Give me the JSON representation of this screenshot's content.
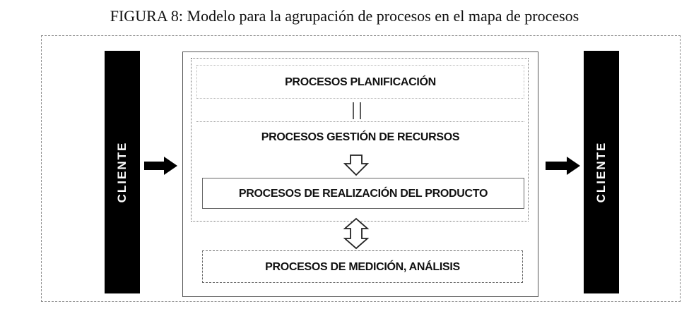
{
  "figure": {
    "title": "FIGURA 8: Modelo para la agrupación de procesos en el mapa de procesos"
  },
  "client_left": {
    "label": "CLIENTE"
  },
  "client_right": {
    "label": "CLIENTE"
  },
  "processes": {
    "planning": "PROCESOS PLANIFICACIÓN",
    "resources": "PROCESOS GESTIÓN DE RECURSOS",
    "realization": "PROCESOS DE REALIZACIÓN DEL PRODUCTO",
    "measurement": "PROCESOS DE MEDICIÓN, ANÁLISIS"
  },
  "colors": {
    "bar": "#000000",
    "text": "#111111"
  }
}
